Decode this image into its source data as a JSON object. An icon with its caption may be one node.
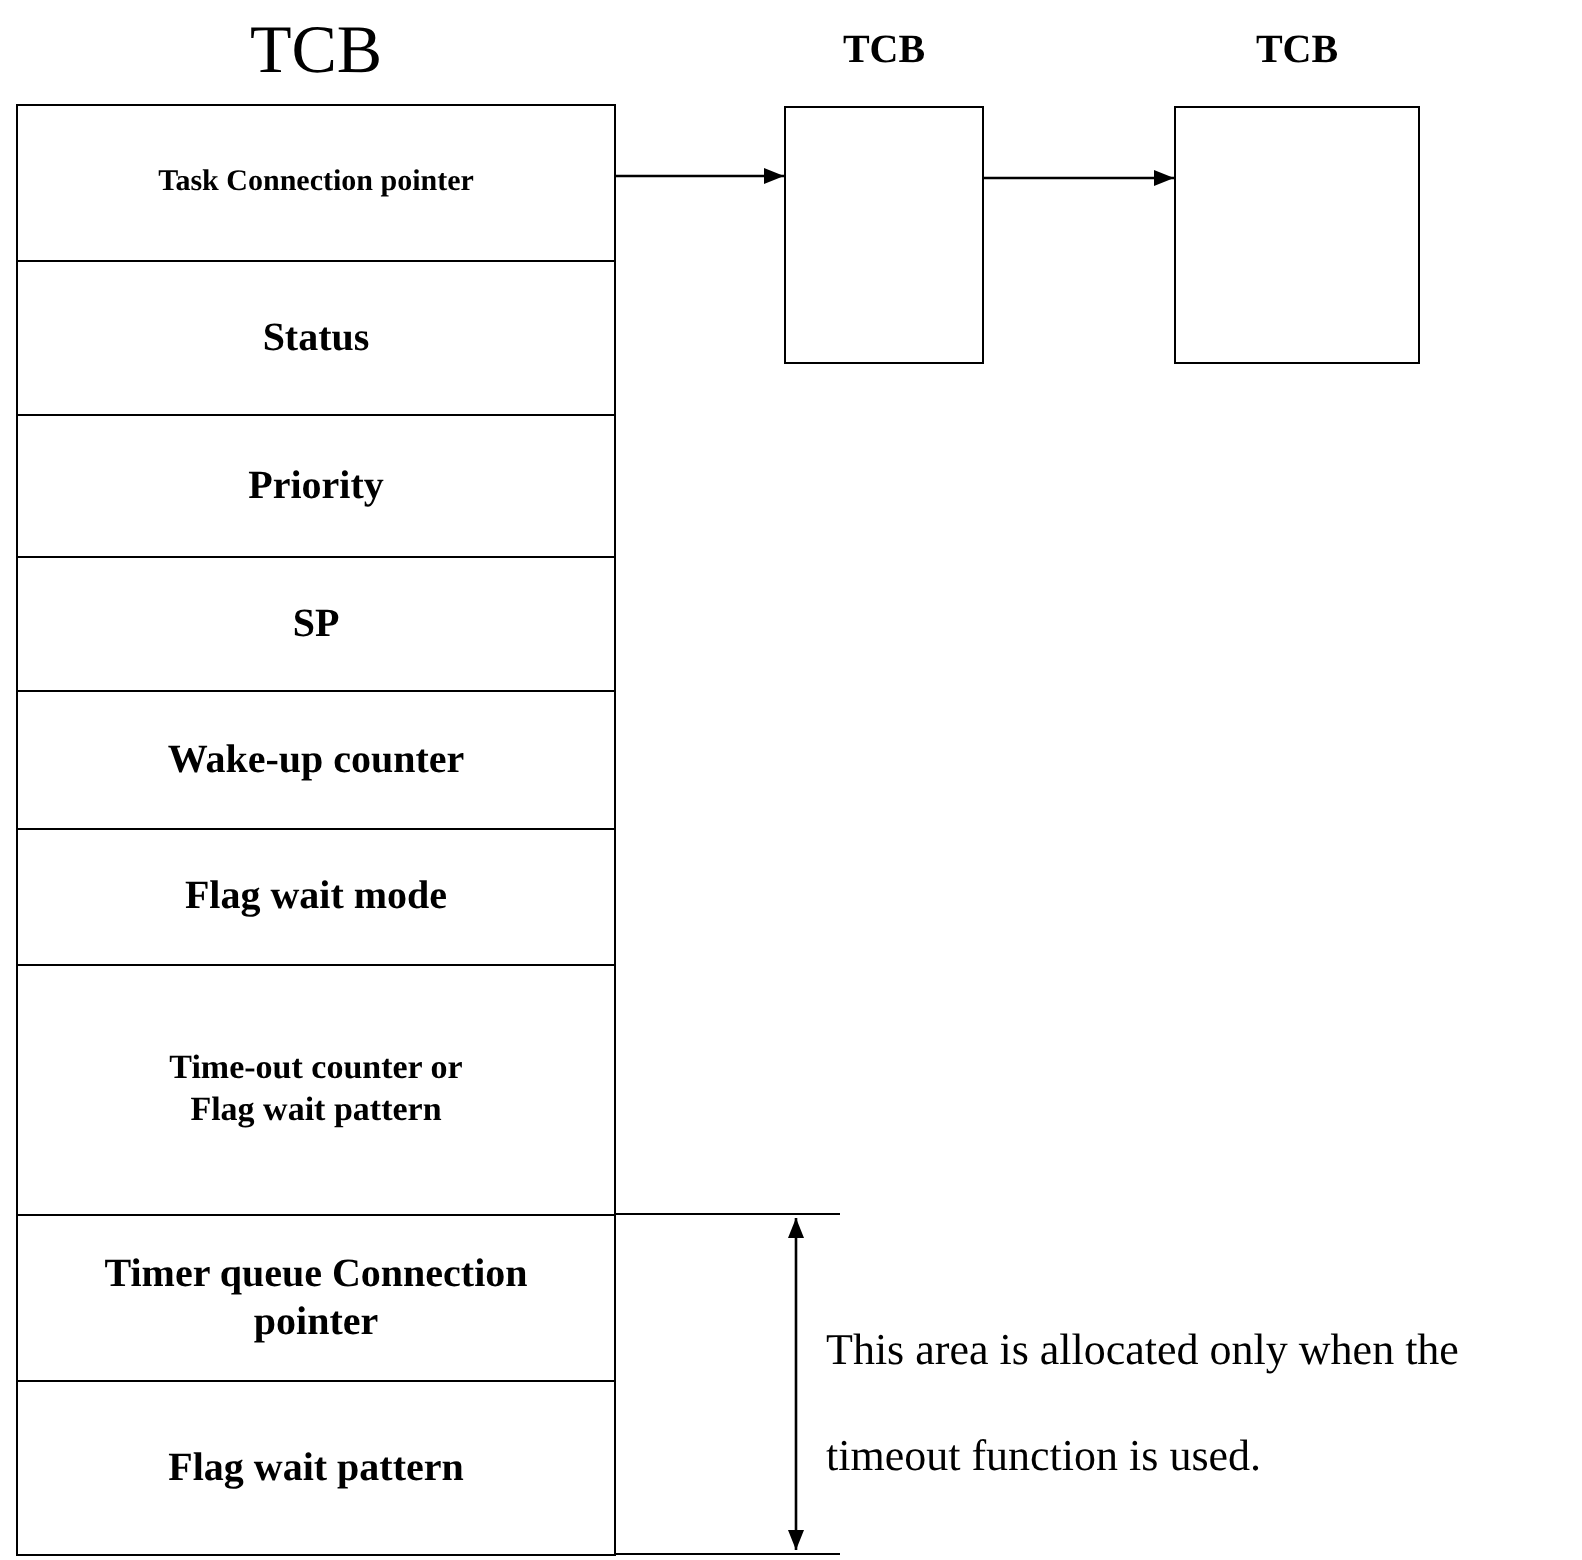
{
  "diagram": {
    "nodes": [
      {
        "text": [
          "TCB"
        ]
      },
      {
        "text": [
          "Task Connection pointer"
        ],
        "in": 0
      },
      {
        "text": [
          "Status"
        ],
        "in": 0
      },
      {
        "text": [
          "Priority"
        ],
        "in": 0
      },
      {
        "text": [
          "SP"
        ],
        "in": 0
      },
      {
        "text": [
          "Wake-up counter"
        ],
        "in": 0
      },
      {
        "text": [
          "Flag wait mode"
        ],
        "in": 0
      },
      {
        "text": [
          "Time-out counter or Flag wait pattern"
        ],
        "in": 0
      },
      {
        "text": [
          "Timer queue Connection pointer"
        ],
        "in": 0
      },
      {
        "text": [
          "Flag wait pattern"
        ],
        "in": 0
      },
      {
        "text": [],
        "shape": "box",
        "beside": [
          "TCB"
        ]
      },
      {
        "text": [],
        "shape": "box",
        "beside": [
          "TCB"
        ]
      }
    ],
    "edges": [
      {
        "from": 1,
        "to": 10,
        "arrow": "to"
      },
      {
        "from": 10,
        "to": 11,
        "arrow": "to"
      }
    ],
    "labels": [
      "This area is allocated only when the timeout function is used."
    ]
  }
}
